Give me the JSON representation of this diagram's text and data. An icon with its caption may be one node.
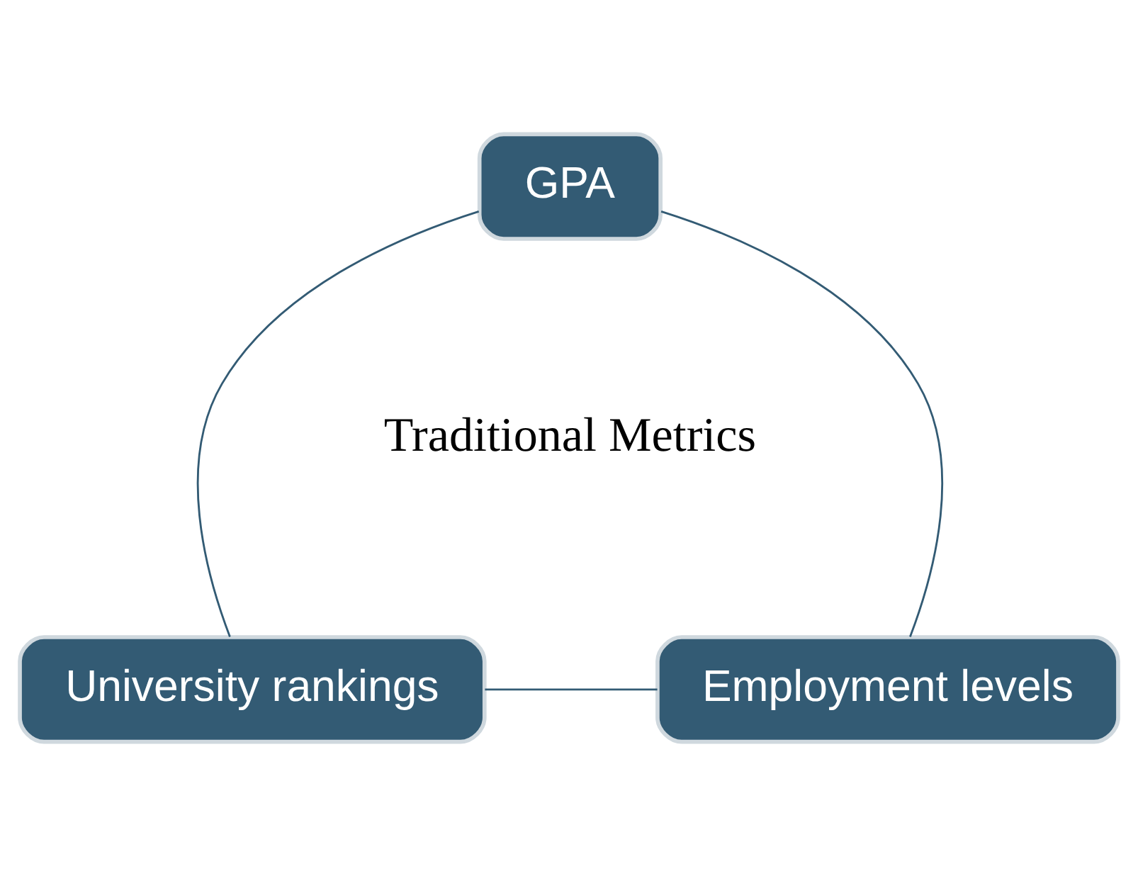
{
  "diagram": {
    "nodes": [
      {
        "text": [
          "GPA"
        ]
      },
      {
        "text": [
          "Employment levels"
        ]
      },
      {
        "text": [
          "University rankings"
        ]
      }
    ],
    "edges": [
      {
        "from": 0,
        "to": 2,
        "arrow": "none"
      },
      {
        "from": 2,
        "to": 1,
        "arrow": "none"
      },
      {
        "from": 1,
        "to": 0,
        "arrow": "none"
      }
    ],
    "labels": [
      "Traditional Metrics"
    ]
  }
}
